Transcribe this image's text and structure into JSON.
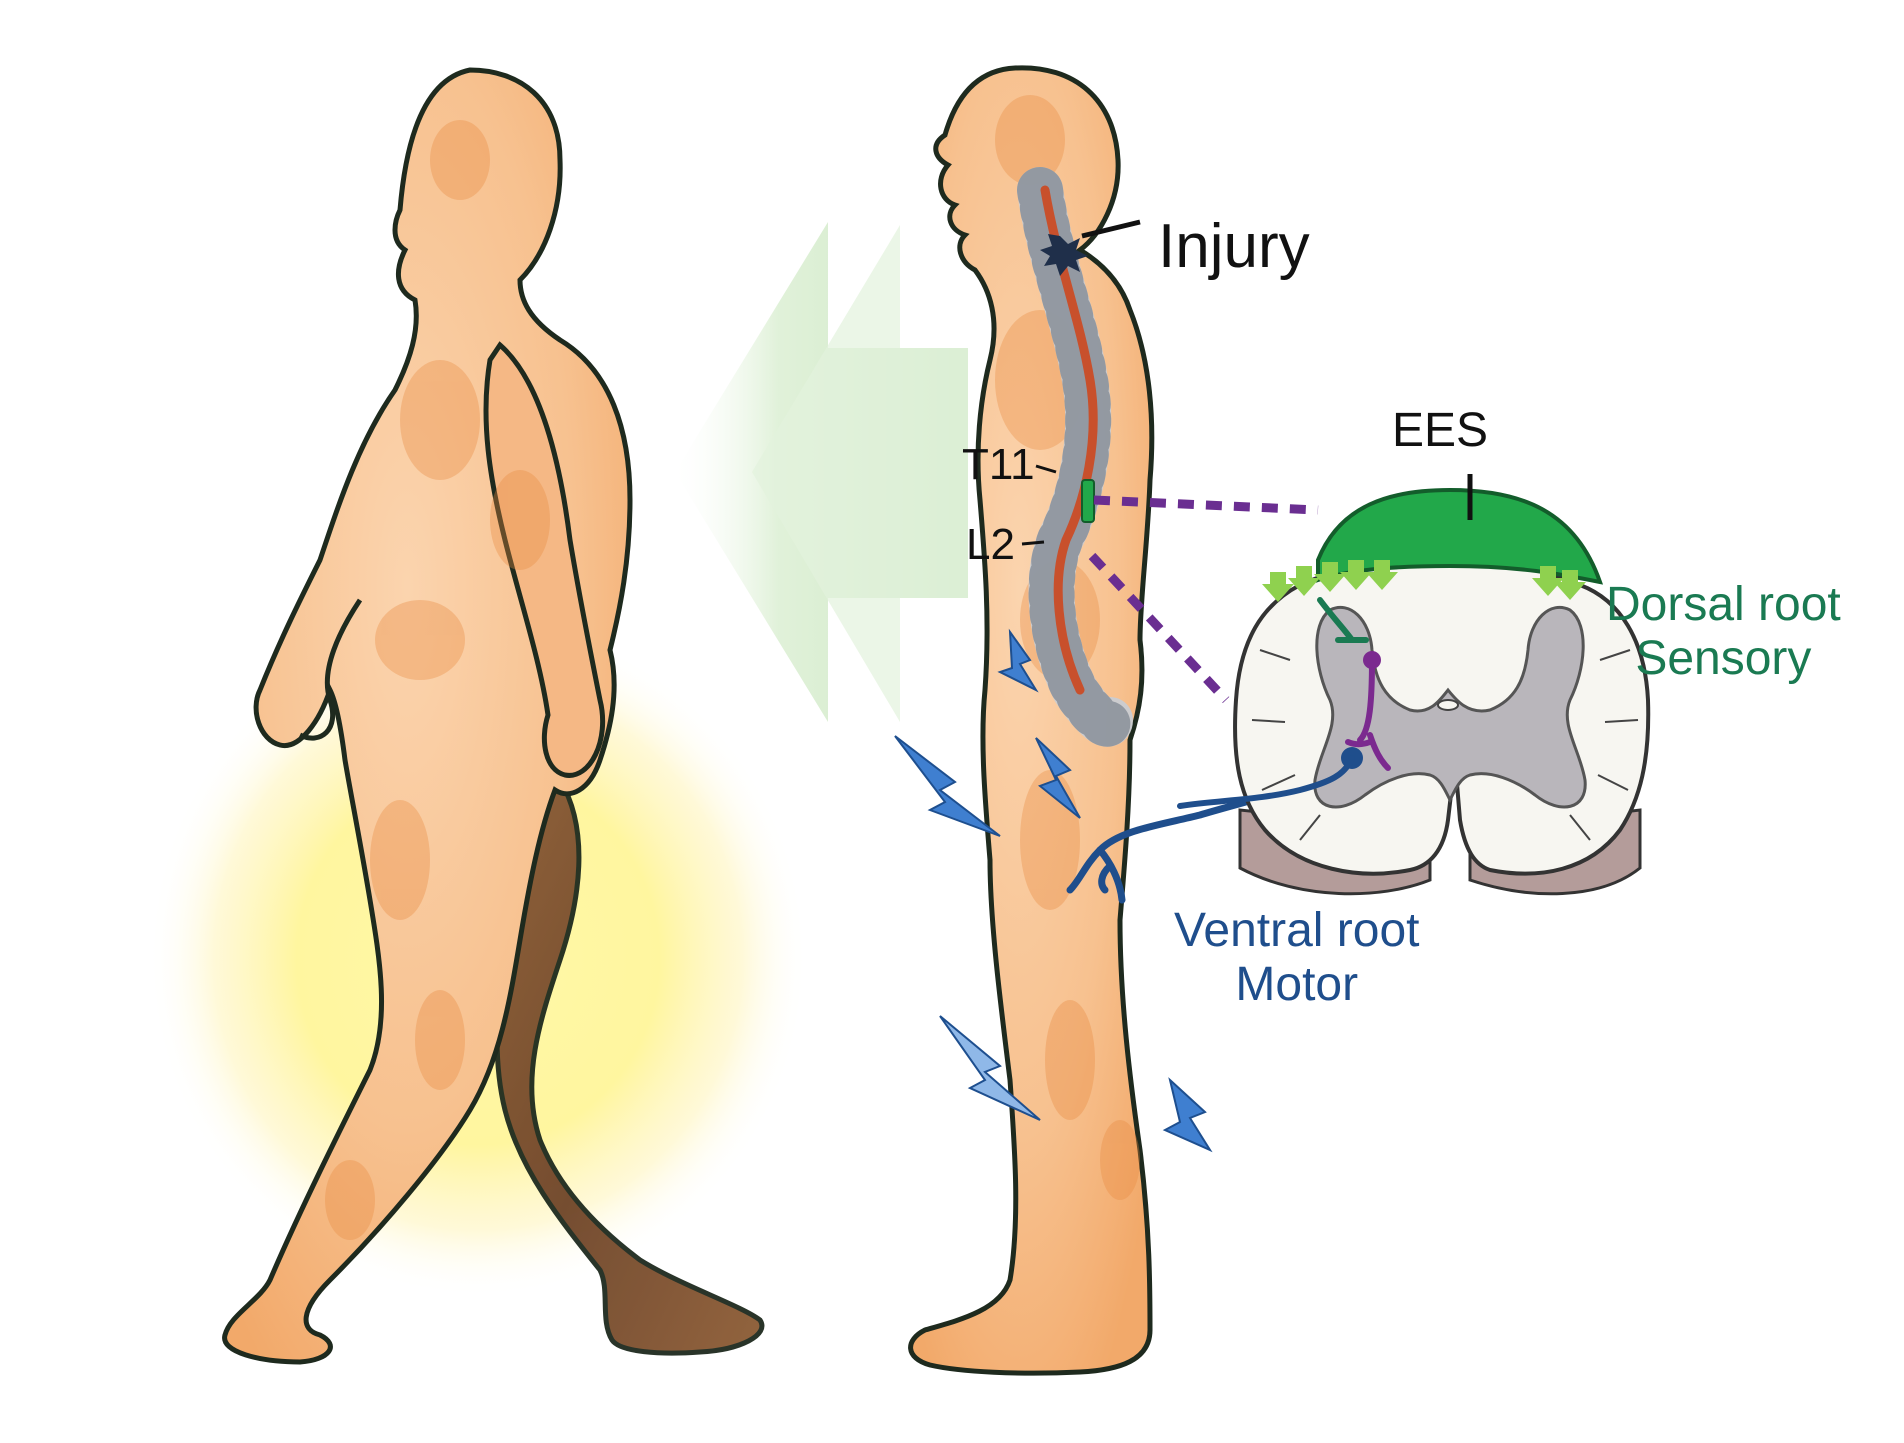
{
  "labels": {
    "injury": "Injury",
    "t11": "T11",
    "l2": "L2",
    "ees": "EES",
    "dorsal_root_line1": "Dorsal root",
    "dorsal_root_line2": "Sensory",
    "ventral_root_line1": "Ventral root",
    "ventral_root_line2": "Motor"
  },
  "colors": {
    "skin": "#f6bf8e",
    "skin_outline": "#1e2a1e",
    "glow": "#fff59a",
    "arrow": "#cfe8c6",
    "spine_bone": "#c9ccd2",
    "spinal_cord": "#c8502c",
    "injury": "#1f2f4a",
    "electrode": "#22a84a",
    "stim_arrows": "#8fd14f",
    "dorsal_root": "#1a7a52",
    "interneuron": "#7b2a8f",
    "ventral_root": "#1f4e8c",
    "lightning": "#3f7fd0",
    "connector_dashes": "#6a2e91",
    "gray_matter": "#b9b6bb",
    "white_matter": "#f7f6f1"
  },
  "icons": {
    "lightning": "lightning-bolt-icon",
    "arrow": "large-left-arrow-icon",
    "injury": "injury-starburst-icon"
  }
}
